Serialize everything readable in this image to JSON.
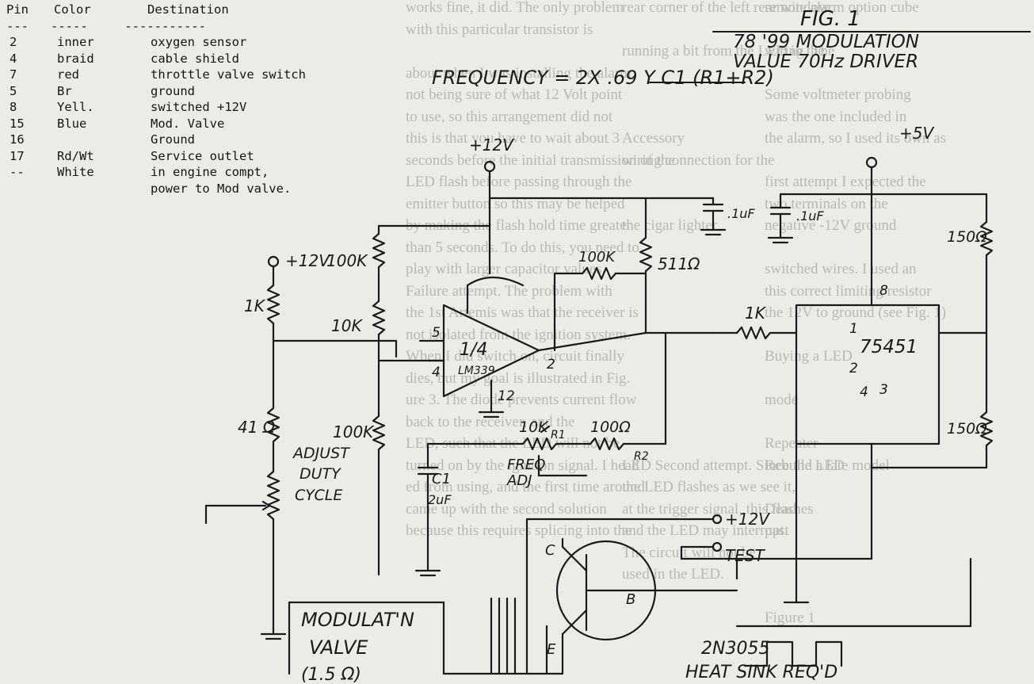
{
  "pin_table": {
    "headers": [
      "Pin",
      "Color",
      "Destination"
    ],
    "separator": "---   -----     -----------",
    "rows": [
      [
        "2",
        "inner",
        "oxygen sensor"
      ],
      [
        "4",
        "braid",
        "cable shield"
      ],
      [
        "7",
        "red",
        "throttle valve switch"
      ],
      [
        "5",
        "Br",
        "ground"
      ],
      [
        "8",
        "Yell.",
        "switched +12V"
      ],
      [
        "15",
        "Blue",
        "Mod. Valve"
      ],
      [
        "16",
        "",
        "Ground"
      ],
      [
        "17",
        "Rd/Wt",
        "Service outlet"
      ],
      [
        "--",
        "White",
        "in engine compt,"
      ],
      [
        "",
        "",
        "power to Mod valve."
      ]
    ]
  },
  "figure": {
    "title": "FIG. 1",
    "line1": "78 '99 MODULATION",
    "line2": "VALUE 70Hz DRIVER",
    "formula": "FREQUENCY = 2X .69 Y C1 (R1+R2)"
  },
  "labels": {
    "v12_left": "+12V",
    "v12_top": "+12V",
    "v12_test": "+12V",
    "v5": "+5V",
    "r1k_left": "1K",
    "r100k_a": "100K",
    "r10k_a": "10K",
    "r100k_b": "100K",
    "r100k_c": "100K",
    "r511": "511Ω",
    "r100k_fb": "100K",
    "r1k_mid": "1K",
    "r150_a": "150Ω",
    "r150_b": "150Ω",
    "r10k_b": "10K",
    "r100": "100Ω",
    "r1": "R1",
    "r2": "R2",
    "r41": "41 Ω",
    "cap1": ".1uF",
    "cap2": ".1uF",
    "c1": "C1",
    "c1val": "2uF",
    "adjust": "ADJUST",
    "duty": "DUTY",
    "cycle": "CYCLE",
    "freq": "FREQ",
    "adj": "ADJ",
    "opamp": "1/4",
    "ic": "LM339",
    "pin5": "5",
    "pin4": "4",
    "pin2": "2",
    "pin12": "12",
    "ic2": "75451",
    "ic2p1": "1",
    "ic2p2": "2",
    "ic2p4": "4",
    "ic2p8": "8",
    "ic2p3": "3",
    "test": "TEST",
    "transistor": "2N3055",
    "heat": "HEAT SINK REQ'D",
    "tc": "C",
    "tb": "B",
    "te": "E",
    "mod1": "MODULAT'N",
    "mod2": "VALVE",
    "mod3": "(1.5 Ω)"
  },
  "ghost_text": {
    "col2": [
      "works fine, it did. The only problem",
      "with this particular transistor is",
      "",
      "about when I was installing the alarm,",
      "not being sure of what 12 Volt point",
      "to use, so this arrangement did not",
      "this is that you have to wait about 3",
      "seconds before the initial transmission of the",
      "LED flash before passing through the",
      "emitter button so this may be helped",
      "by making the flash hold time greater",
      "than 5 seconds. To do this, you need to",
      "play with larger capacitor values.",
      "Failure attempt. The problem with",
      "the 1st Artemis was that the receiver is",
      "not isolated from the ignition system.",
      "When I did switch on, circuit finally",
      "dies, but my goal is illustrated in Fig.",
      "ure 3. The diode prevents current flow",
      "back to the receiver, and the",
      "LED, such that the LED will not be",
      "turned on by the ignition signal. I head",
      "ed from using, and the first time around",
      "came up with the second solution",
      "because this requires splicing into the"
    ],
    "col3": [
      "rear corner of the left rear window,",
      "",
      "running a bit from the LED in the",
      "",
      "",
      "",
      "Accessory",
      "wiring connection for the",
      "",
      "",
      "the cigar lighter",
      "",
      "",
      "",
      "",
      "",
      "",
      "",
      "",
      "",
      "",
      "LED Second attempt. Since the LED",
      "the LED flashes as we see it,",
      "at the trigger signal, this flashes",
      "and the LED may interrupt.",
      "The circuit will not be",
      "used in the LED."
    ],
    "col4": [
      "remote alarm option cube",
      "",
      "wiring. The",
      "",
      "Some voltmeter probing",
      "was the one included in",
      "the alarm, so I used its own as",
      "",
      "first attempt I expected the",
      "two terminals on the",
      "negative -12V ground",
      "",
      "switched wires. I used an",
      "this correct limiting resistor",
      "the 12V to ground (see Fig. 1)",
      "",
      "Buying a LED",
      "",
      "mode",
      "",
      "Repeater",
      "Rebuild a late model",
      "",
      "Dead",
      "past",
      "",
      "",
      "",
      "Figure 1"
    ]
  }
}
